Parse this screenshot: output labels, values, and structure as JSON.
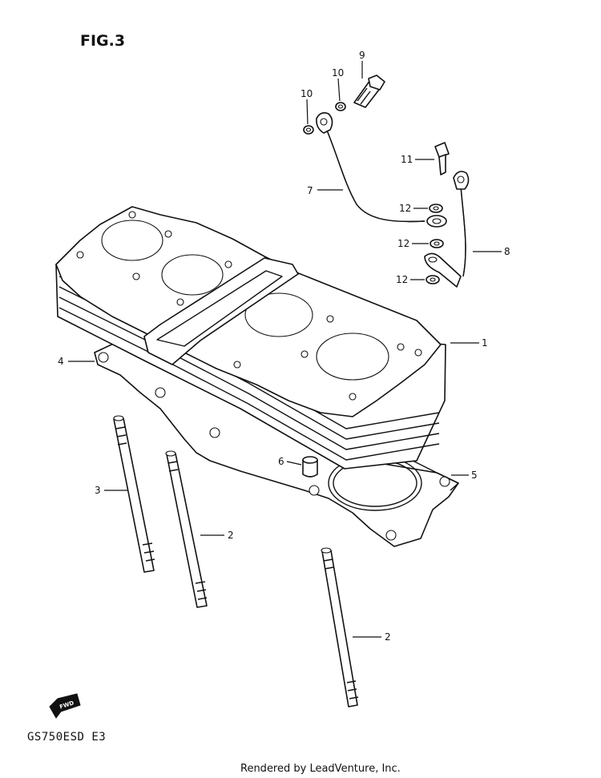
{
  "figure": {
    "title": "FIG.3"
  },
  "model_code": "GS750ESD  E3",
  "credit": "Rendered by LeadVenture, Inc.",
  "fwd_badge": {
    "label": "FWD",
    "icon": "fwd-arrow-icon"
  },
  "callouts": {
    "c1": "1",
    "c2a": "2",
    "c2b": "2",
    "c3": "3",
    "c4": "4",
    "c5": "5",
    "c6": "6",
    "c7": "7",
    "c8": "8",
    "c9": "9",
    "c10a": "10",
    "c10b": "10",
    "c11": "11",
    "c12a": "12",
    "c12b": "12",
    "c12c": "12"
  }
}
